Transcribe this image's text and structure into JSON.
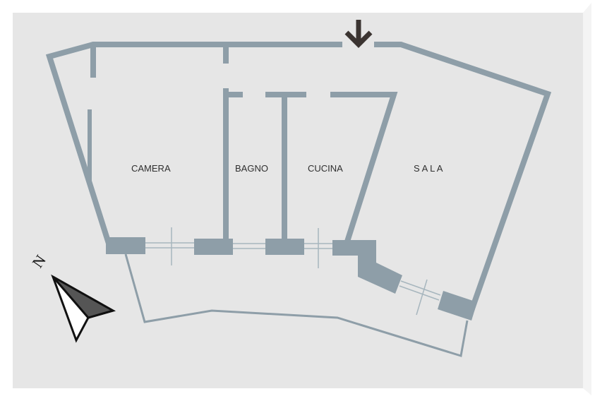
{
  "rooms": {
    "camera": "CAMERA",
    "bagno": "BAGNO",
    "cucina": "CUCINA",
    "sala": "S A L A"
  },
  "compass": {
    "north_label": "N"
  },
  "icons": {
    "entrance": "arrow-down-icon",
    "compass": "north-arrow-icon"
  },
  "colors": {
    "background": "#e6e6e6",
    "wall": "#8e9ea8",
    "text": "#2f2f2f",
    "arrow": "#3b3431"
  }
}
